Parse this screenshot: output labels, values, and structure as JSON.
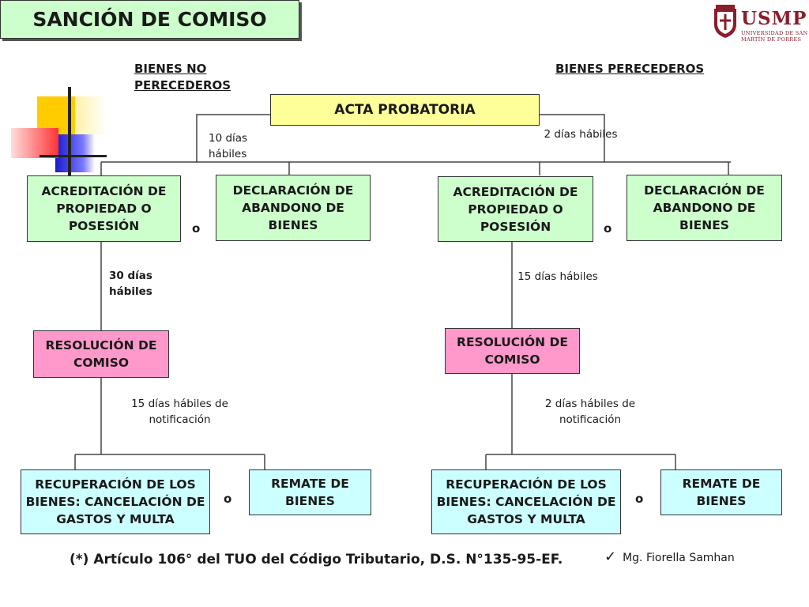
{
  "title": "SANCIÓN DE COMISO",
  "logo": {
    "name": "USMP",
    "subtitle": "UNIVERSIDAD DE SAN MARTÍN DE PORRES",
    "icon": "university-seal-icon",
    "color": "#8b1d2c"
  },
  "headers": {
    "left": "BIENES NO PERECEDEROS",
    "right": "BIENES PERECEDEROS"
  },
  "acta": "ACTA PROBATORIA",
  "left": {
    "deadline_top": "10 días hábiles",
    "acreditacion": "ACREDITACIÓN DE PROPIEDAD O POSESIÓN",
    "connector_1": "o",
    "declaracion": "DECLARACIÓN DE ABANDONO DE BIENES",
    "deadline_mid": "30 días hábiles",
    "resolucion": "RESOLUCIÓN DE COMISO",
    "deadline_notif": "15 días hábiles de notificación",
    "recuperacion": "RECUPERACIÓN DE LOS BIENES: CANCELACIÓN DE GASTOS Y MULTA",
    "connector_2": "o",
    "remate": "REMATE DE BIENES"
  },
  "right": {
    "deadline_top": "2 días hábiles",
    "acreditacion": "ACREDITACIÓN DE PROPIEDAD O POSESIÓN",
    "connector_1": "o",
    "declaracion": "DECLARACIÓN DE ABANDONO DE BIENES",
    "deadline_mid": "15 días hábiles",
    "resolucion": "RESOLUCIÓN DE COMISO",
    "deadline_notif": "2 días hábiles de notificación",
    "recuperacion": "RECUPERACIÓN DE LOS BIENES: CANCELACIÓN DE GASTOS Y MULTA",
    "connector_2": "o",
    "remate": "REMATE DE BIENES"
  },
  "footer": "(*) Artículo 106° del TUO  del Código Tributario, D.S. N°135-95-EF.",
  "author": {
    "check_icon": "check-icon",
    "name": "Mg. Fiorella Samhan"
  },
  "colors": {
    "green": "#ccffcc",
    "pink": "#ff99cc",
    "cyan": "#ccffff",
    "yellow": "#ffff99"
  }
}
